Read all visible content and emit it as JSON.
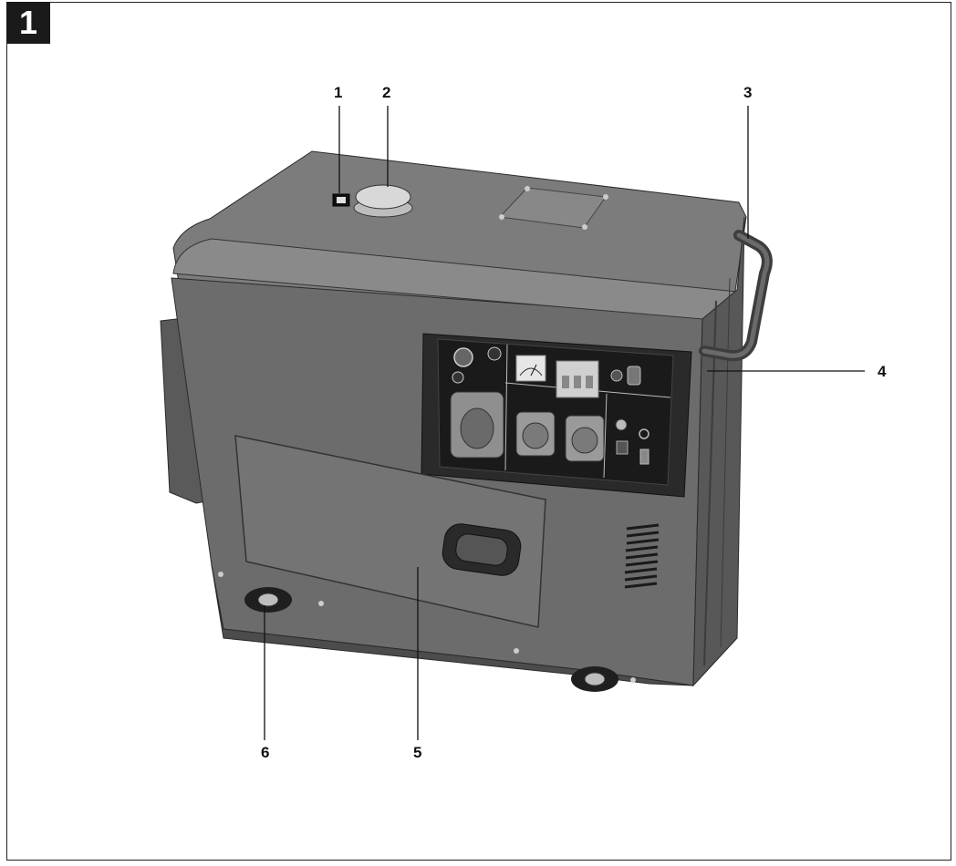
{
  "figure": {
    "number": "1"
  },
  "callouts": [
    {
      "id": "1",
      "label": "1"
    },
    {
      "id": "2",
      "label": "2"
    },
    {
      "id": "3",
      "label": "3"
    },
    {
      "id": "4",
      "label": "4"
    },
    {
      "id": "5",
      "label": "5"
    },
    {
      "id": "6",
      "label": "6"
    }
  ],
  "colors": {
    "body": "#6f6f6f",
    "body_light": "#858585",
    "body_dark": "#4a4a4a",
    "panel": "#1c1c1c",
    "socket": "#9a9a9a",
    "line": "#111111"
  },
  "icon": "generator-illustration"
}
